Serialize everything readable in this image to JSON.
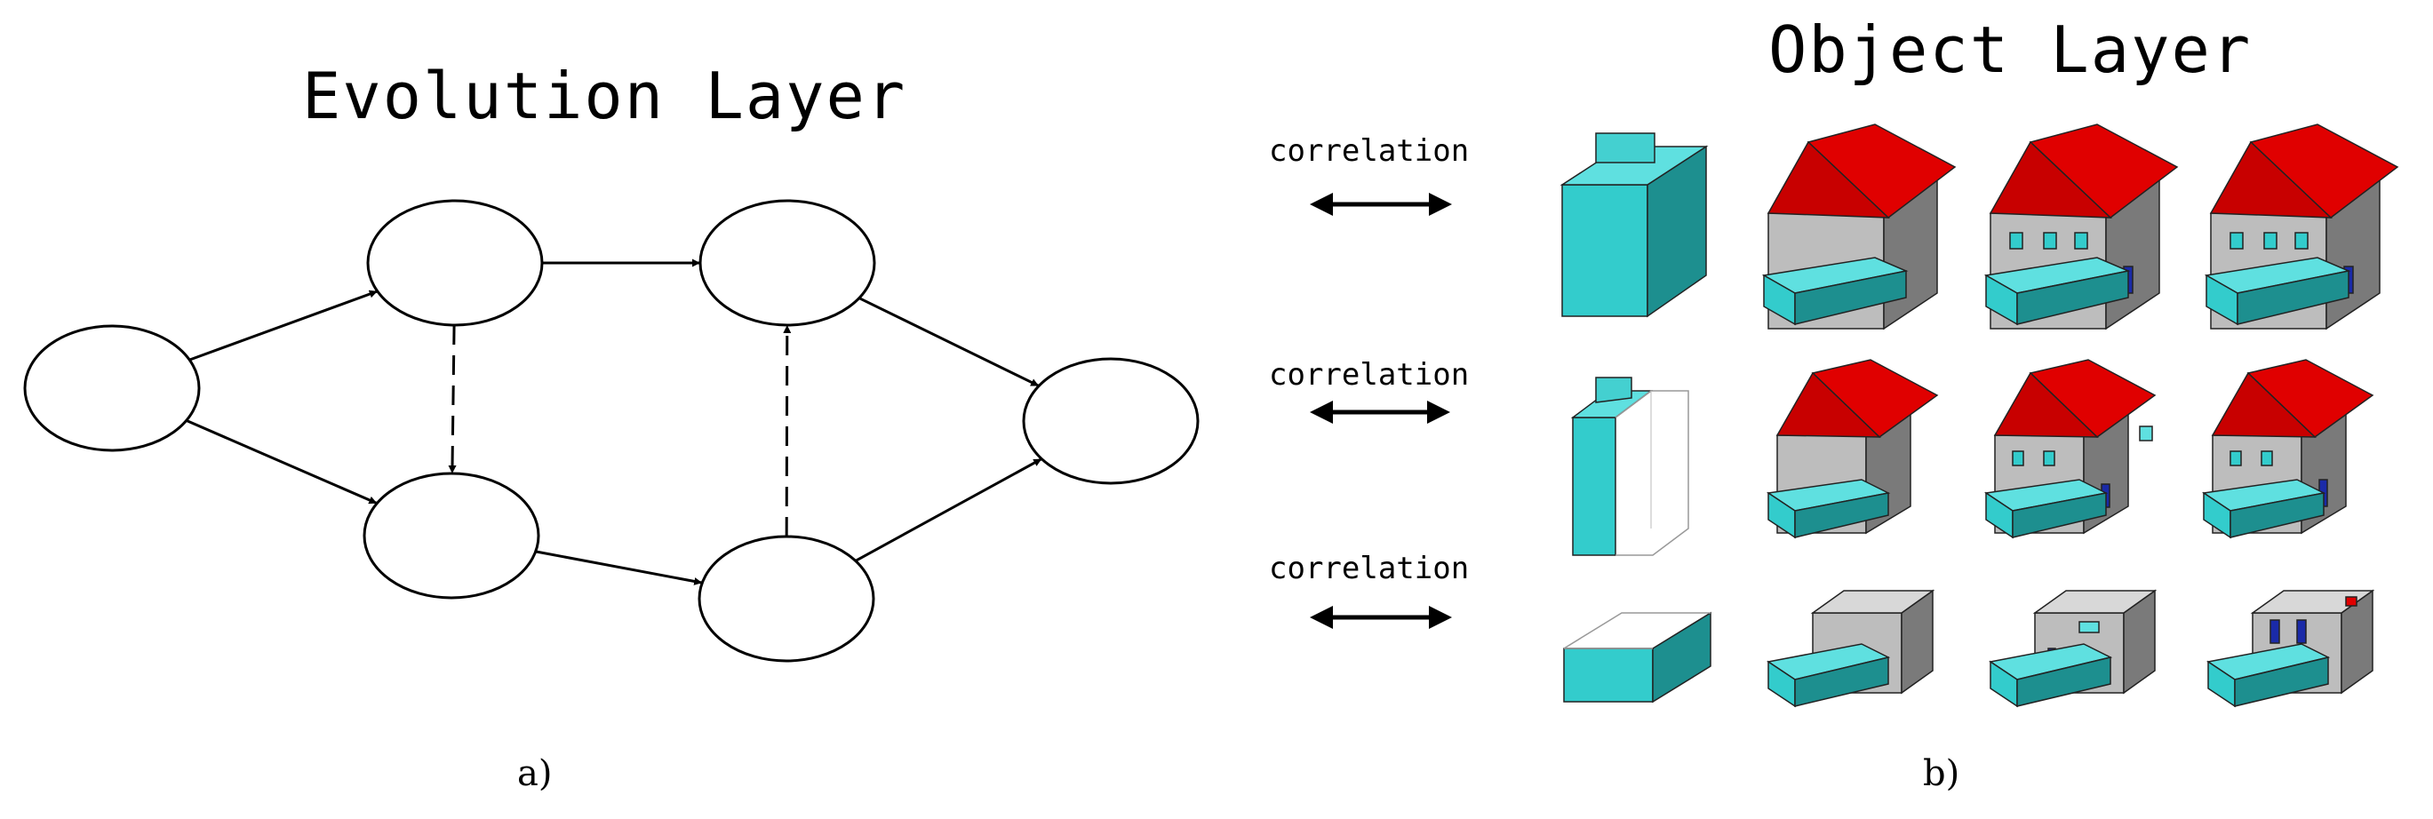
{
  "evolution": {
    "title": "Evolution Layer",
    "caption": "a)",
    "edges": [
      {
        "from": 0,
        "to": 1,
        "style": "solid"
      },
      {
        "from": 0,
        "to": 2,
        "style": "solid"
      },
      {
        "from": 1,
        "to": 3,
        "style": "solid"
      },
      {
        "from": 1,
        "to": 2,
        "style": "dashed"
      },
      {
        "from": 2,
        "to": 4,
        "style": "solid"
      },
      {
        "from": 4,
        "to": 3,
        "style": "dashed"
      },
      {
        "from": 3,
        "to": 5,
        "style": "solid"
      },
      {
        "from": 4,
        "to": 5,
        "style": "solid"
      }
    ]
  },
  "object": {
    "title": "Object Layer",
    "caption": "b)",
    "correlation_labels": [
      "correlation",
      "correlation",
      "correlation"
    ],
    "rows": 3,
    "columns": 4
  },
  "colors": {
    "cyan": "#33cccc",
    "cyan_dark": "#1d8f8f",
    "roof": "#e00000",
    "wall": "#bdbdbd",
    "wall_dark": "#7a7a7a",
    "window": "#1a2aa8"
  }
}
